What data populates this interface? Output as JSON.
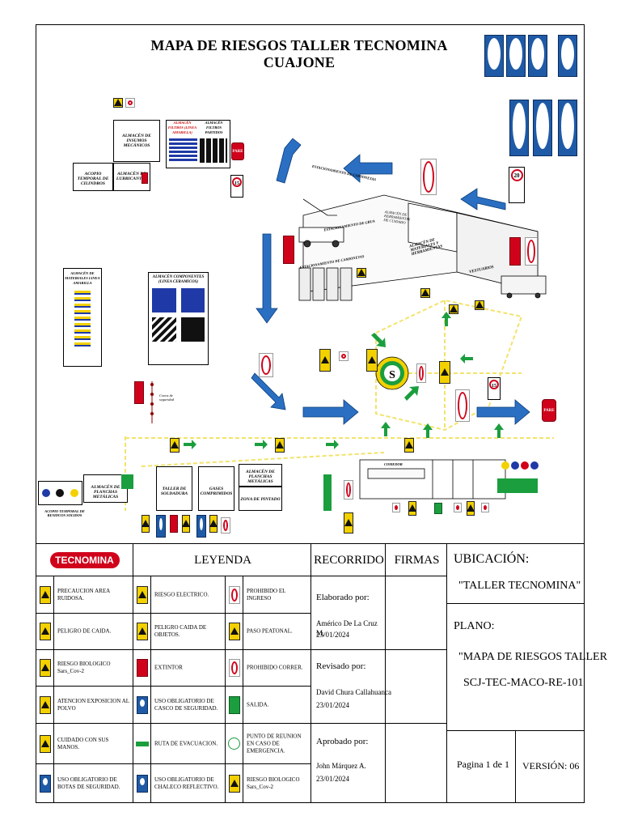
{
  "title": "MAPA DE RIESGOS TALLER TECNOMINA CUAJONE",
  "map": {
    "labels": {
      "almacen_insumos": "ALMACÉN DE INSUMOS MECÁNICOS",
      "almacen_filtros": "ALMACÉN FILTROS (LINEA AMARILLA)",
      "almacen_filtros_2": "ALMACÉN FILTROS PARTIDOS",
      "acopio_cilindros": "ACOPIO TEMPORAL DE CILINDROS",
      "almacen_lubricantes": "ALMACÉN DE LUBRICANTES",
      "almacen_componentes": "ALMACÉN COMPONENTES (LINEA CERAMICOS)",
      "almacen_mat_line": "ALMACÉN DE MATERIALES LINEA AMARILLA",
      "almacen_herramientas": "ALMACÉN DE HERRAMIENTAS DE CUIDADO",
      "almacen_materiales": "ALMACÉN DE MATERIALES Y HERRAMIENTAS",
      "estacionamiento_1": "ESTACIONAMIENTO DE CAMIONETAS",
      "estacionamiento_2": "ESTACIONAMIENTO DE CAMIONETAS",
      "estacionamiento_3": "ESTACIONAMIENTO DE GRUA",
      "vestuarios": "VESTUARIOS",
      "conos": "Conos de seguridad",
      "almacen_planchas_1": "ALMACÉN DE PLANCHAS METÁLICAS",
      "taller_soldadura": "TALLER DE SOLDADURA",
      "gases_comprimidos": "GASES COMPRIMIDOS",
      "almacen_planchas_2": "ALMACÉN DE PLANCHAS METÁLICAS",
      "zona_pintado": "ZONA DE PINTADO",
      "acopio_residuos": "ACOPIO TEMPORAL DE RESIDUOS SOLIDOS",
      "comedor": "COMEDOR",
      "pare": "PARE",
      "speed": "15",
      "speed2": "20",
      "assembly": "S"
    }
  },
  "legend": {
    "brand": "TECNOMINA",
    "leyenda_header": "LEYENDA",
    "recorrido_header": "RECORRIDO",
    "firmas_header": "FIRMAS",
    "items": [
      {
        "icon": "noise-warning-icon",
        "text": "PRECAUCION AREA RUIDOSA."
      },
      {
        "icon": "electric-risk-icon",
        "text": "RIESGO ELECTRICO."
      },
      {
        "icon": "no-entry-icon",
        "text": "PROHIBIDO EL INGRESO"
      },
      {
        "icon": "fall-hazard-icon",
        "text": "PELIGRO DE CAIDA."
      },
      {
        "icon": "falling-objects-icon",
        "text": "PELIGRO CAIDA DE OBJETOS."
      },
      {
        "icon": "pedestrian-icon",
        "text": "PASO PEATONAL."
      },
      {
        "icon": "biohazard-icon",
        "text": "RIESGO BIOLOGICO Sars_Cov-2"
      },
      {
        "icon": "extinguisher-icon",
        "text": "EXTINTOR"
      },
      {
        "icon": "no-running-icon",
        "text": "PROHIBIDO CORRER."
      },
      {
        "icon": "dust-warning-icon",
        "text": "ATENCION EXPOSICION AL POLVO"
      },
      {
        "icon": "helmet-icon",
        "text": "USO OBLIGATORIO DE CASCO DE SEGURIDAD."
      },
      {
        "icon": "exit-icon",
        "text": "SALIDA."
      },
      {
        "icon": "hand-warning-icon",
        "text": "CUIDADO CON SUS MANOS."
      },
      {
        "icon": "evacuation-arrow-icon",
        "text": "RUTA DE EVACUACION."
      },
      {
        "icon": "assembly-point-icon",
        "text": "PUNTO DE REUNION EN CASO DE EMERGENCIA."
      },
      {
        "icon": "boots-icon",
        "text": "USO OBLIGATORIO DE BOTAS DE SEGURIDAD."
      },
      {
        "icon": "vest-icon",
        "text": "USO OBLIGATORIO DE CHALECO REFLECTIVO."
      },
      {
        "icon": "biohazard-icon",
        "text": "RIESGO BIOLOGICO Sars_Cov-2"
      }
    ],
    "elaborado_label": "Elaborado por:",
    "elaborado_name": "Américo De La Cruz M.",
    "elaborado_date": "23/01/2024",
    "revisado_label": "Revisado por:",
    "revisado_name": "David Chura Callahuanca",
    "revisado_date": "23/01/2024",
    "aprobado_label": "Aprobado por:",
    "aprobado_name": "John Márquez A.",
    "aprobado_date": "23/01/2024",
    "ubicacion_label": "UBICACIÓN:",
    "ubicacion_value": "\"TALLER TECNOMINA\"",
    "plano_label": "PLANO:",
    "plano_value": "\"MAPA DE RIESGOS TALLER",
    "plano_code": "SCJ-TEC-MACO-RE-101",
    "pagina": "Pagina 1 de 1",
    "version": "VERSIÓN: 06"
  },
  "colors": {
    "arrow_blue": "#2a6fc2",
    "evac_green": "#1b9e3e",
    "warning_yellow": "#f3d100",
    "danger_red": "#d0021b",
    "path_yellow": "#f3e36b",
    "brand_red": "#d0021b"
  }
}
